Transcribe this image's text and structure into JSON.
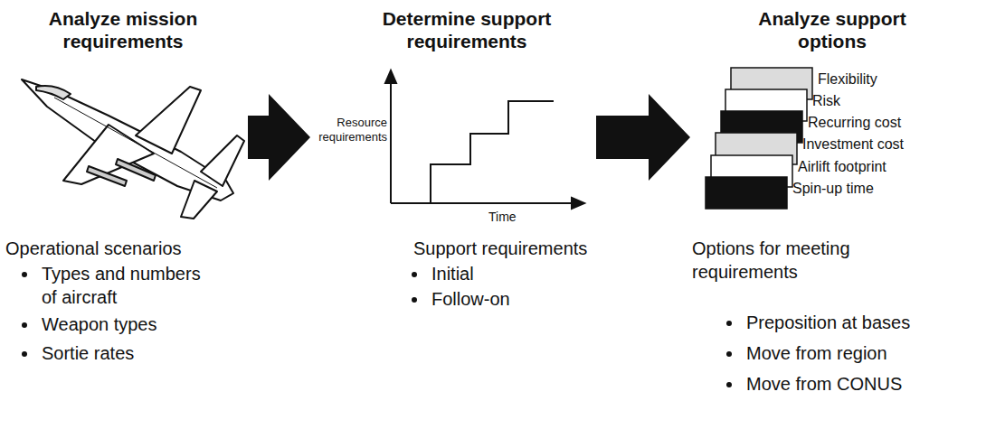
{
  "diagram": {
    "nodes": [
      {
        "text": [
          "Analyze mission requirements",
          "Operational scenarios",
          "Types and numbers of aircraft",
          "Weapon types",
          "Sortie rates"
        ]
      },
      {
        "text": [
          "Determine support requirements",
          "Support requirements",
          "Initial",
          "Follow-on"
        ]
      },
      {
        "text": [
          "Analyze support options",
          "Options for meeting requirements",
          "Preposition at bases",
          "Move from region",
          "Move from CONUS"
        ]
      }
    ],
    "edges": [
      {
        "from": 0,
        "to": 1,
        "arrow": "to"
      },
      {
        "from": 1,
        "to": 2,
        "arrow": "to"
      }
    ],
    "labels": [
      "Resource requirements",
      "Time",
      "Flexibility",
      "Risk",
      "Recurring cost",
      "Investment cost",
      "Airlift footprint",
      "Spin-up time"
    ]
  }
}
